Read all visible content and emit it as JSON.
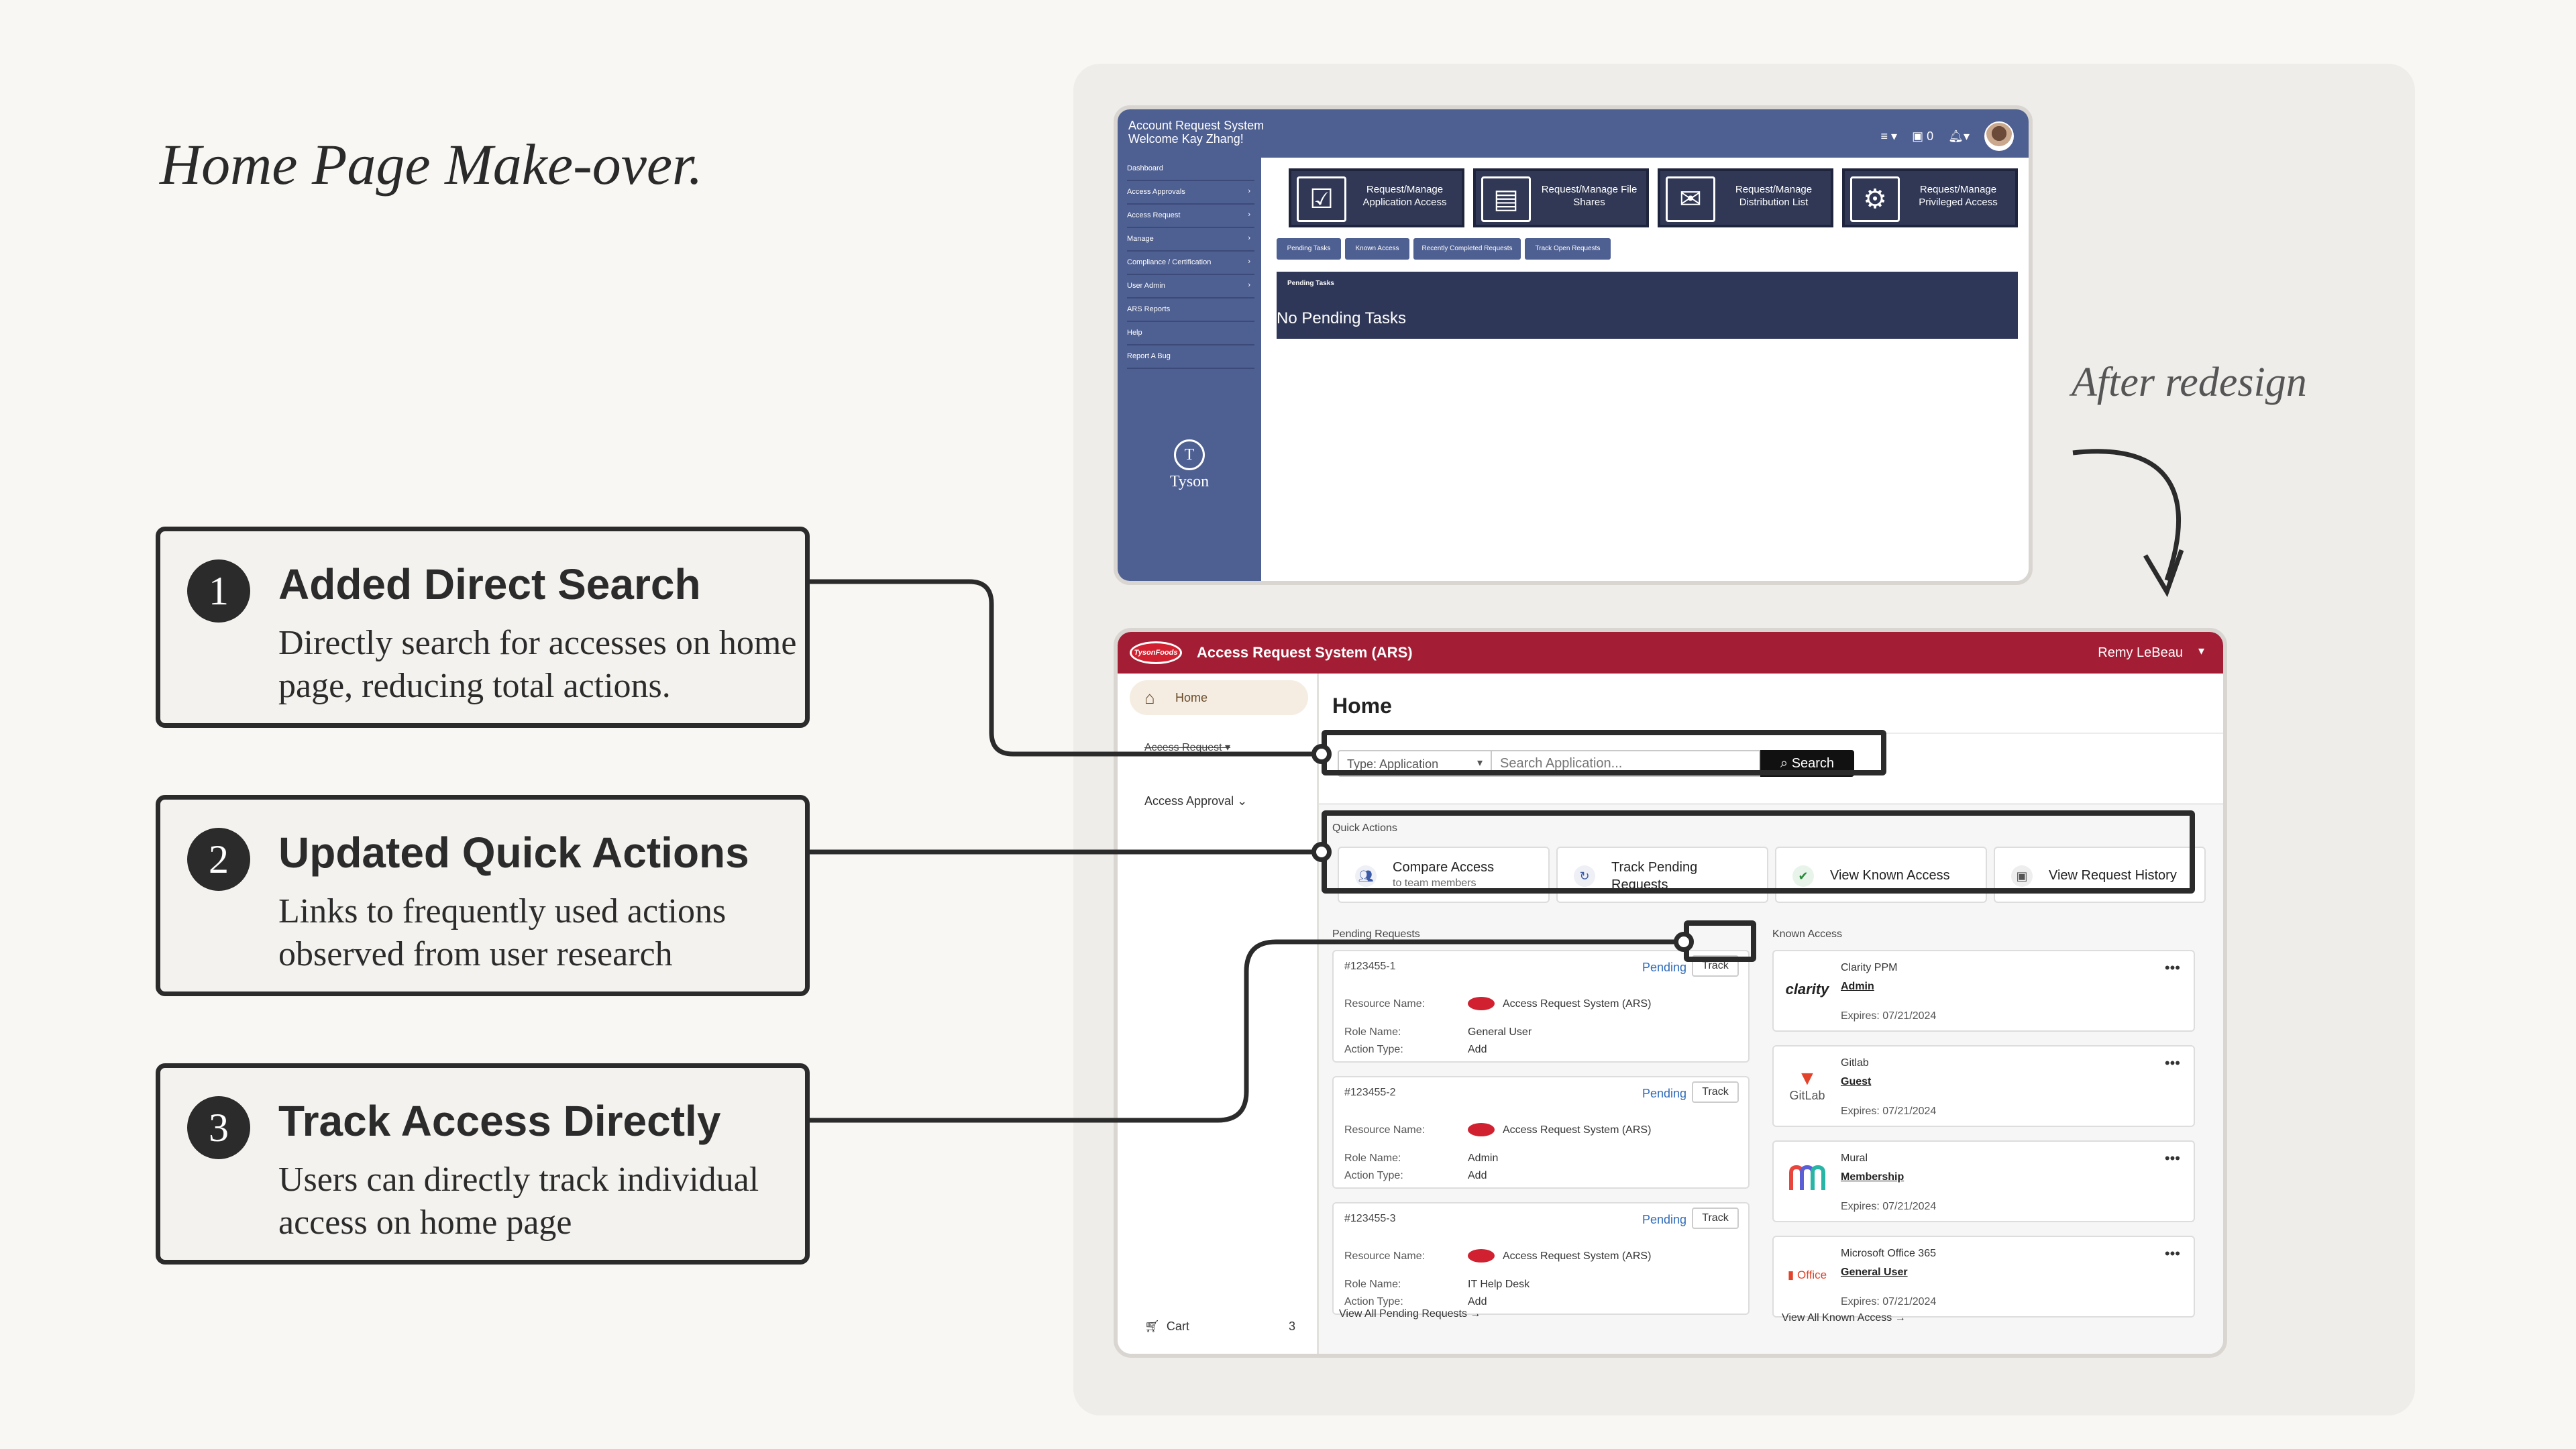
{
  "heading": "Home Page Make-over.",
  "after_label": "After redesign",
  "notes": [
    {
      "num": "1",
      "title": "Added Direct Search",
      "desc": "Directly search for accesses on home page, reducing total actions."
    },
    {
      "num": "2",
      "title": "Updated Quick Actions",
      "desc": "Links to frequently used actions observed from user research"
    },
    {
      "num": "3",
      "title": "Track Access Directly",
      "desc": "Users can directly track individual access on home page"
    }
  ],
  "before": {
    "title_line1": "Account Request System",
    "title_line2": "Welcome Kay Zhang!",
    "cart_count": "0",
    "nav": [
      "Dashboard",
      "Access Approvals",
      "Access Request",
      "Manage",
      "Compliance / Certification",
      "User Admin",
      "ARS Reports",
      "Help",
      "Report A Bug"
    ],
    "logo_text": "Tyson",
    "tiles": [
      "Request/Manage Application Access",
      "Request/Manage File Shares",
      "Request/Manage Distribution List",
      "Request/Manage Privileged Access"
    ],
    "tabs": [
      "Pending Tasks",
      "Known Access",
      "Recently Completed Requests",
      "Track Open Requests"
    ],
    "pending_header": "Pending Tasks",
    "pending_message": "No Pending Tasks"
  },
  "after": {
    "logo_text": "TysonFoods",
    "app_title": "Access Request System (ARS)",
    "user": "Remy LeBeau",
    "nav_home": "Home",
    "nav_request": "Access Request",
    "nav_approval": "Access Approval",
    "cart_label": "Cart",
    "cart_count": "3",
    "page_title": "Home",
    "type_select": "Type: Application",
    "search_placeholder": "Search Application...",
    "search_button": "Search",
    "quick_actions_label": "Quick Actions",
    "quick_actions": [
      {
        "l1": "Compare Access",
        "l2": "to team members"
      },
      {
        "l1": "Track Pending",
        "l2": "Requests"
      },
      {
        "l1": "View Known Access"
      },
      {
        "l1": "View Request History"
      }
    ],
    "pending_label": "Pending Requests",
    "known_label": "Known Access",
    "field_labels": {
      "resource": "Resource Name:",
      "role": "Role Name:",
      "action": "Action Type:"
    },
    "pending_requests": [
      {
        "id": "#123455-1",
        "status": "Pending",
        "track": "Track",
        "resource": "Access Request System (ARS)",
        "role": "General User",
        "action": "Add"
      },
      {
        "id": "#123455-2",
        "status": "Pending",
        "track": "Track",
        "resource": "Access Request System (ARS)",
        "role": "Admin",
        "action": "Add"
      },
      {
        "id": "#123455-3",
        "status": "Pending",
        "track": "Track",
        "resource": "Access Request System (ARS)",
        "role": "IT Help Desk",
        "action": "Add"
      }
    ],
    "known_access": [
      {
        "logo": "clarity",
        "name": "Clarity PPM",
        "role": "Admin",
        "expires": "Expires: 07/21/2024"
      },
      {
        "logo": "GitLab",
        "name": "Gitlab",
        "role": "Guest",
        "expires": "Expires: 07/21/2024"
      },
      {
        "logo": "",
        "name": "Mural",
        "role": "Membership",
        "expires": "Expires: 07/21/2024"
      },
      {
        "logo": "Office",
        "name": "Microsoft Office 365",
        "role": "General User",
        "expires": "Expires: 07/21/2024"
      }
    ],
    "view_all_pending": "View All Pending Requests",
    "view_all_known": "View All Known Access"
  }
}
